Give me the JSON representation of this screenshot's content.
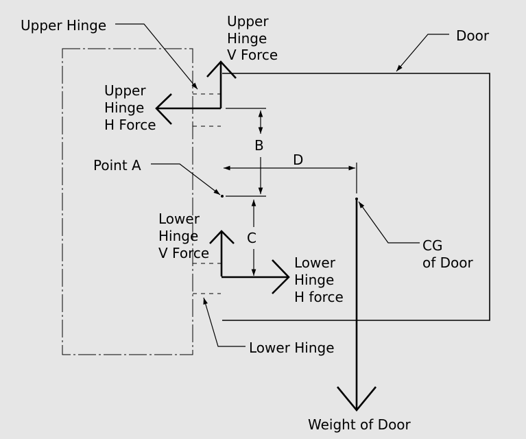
{
  "labels": {
    "upper_hinge": "Upper Hinge",
    "upper_v_force": [
      "Upper",
      "Hinge",
      "V Force"
    ],
    "door": "Door",
    "upper_h_force": [
      "Upper",
      "Hinge",
      "H Force"
    ],
    "dim_b": "B",
    "point_a": "Point A",
    "dim_d": "D",
    "dim_c": "C",
    "lower_v_force": [
      "Lower",
      "Hinge",
      "V Force"
    ],
    "lower_h_force": [
      "Lower",
      "Hinge",
      "H force"
    ],
    "cg": [
      "CG",
      "of Door"
    ],
    "lower_hinge": "Lower Hinge",
    "weight": "Weight of Door"
  }
}
